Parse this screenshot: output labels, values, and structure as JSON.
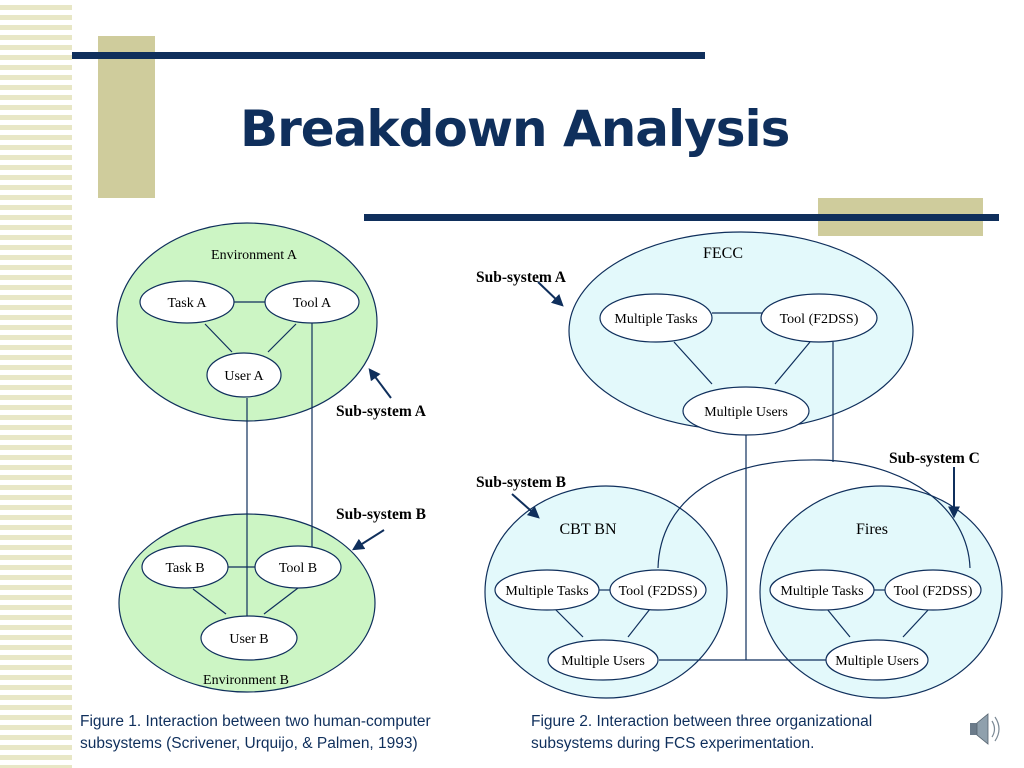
{
  "title": "Breakdown Analysis",
  "colors": {
    "navy": "#0f2f5c",
    "khaki": "#cfcc9c",
    "env_fill": "#ccf5c4",
    "sys_fill": "#e3f9fb"
  },
  "figure1": {
    "environment_a": "Environment A",
    "environment_b": "Environment B",
    "task_a": "Task A",
    "tool_a": "Tool A",
    "user_a": "User  A",
    "task_b": "Task B",
    "tool_b": "Tool B",
    "user_b": "User B",
    "subsystem_a": "Sub-system A",
    "subsystem_b": "Sub-system B",
    "caption_line1": "Figure 1.  Interaction between two human-computer",
    "caption_line2": "subsystems (Scrivener, Urquijo, & Palmen, 1993)"
  },
  "figure2": {
    "fecc": "FECC",
    "fecc_tasks": "Multiple  Tasks",
    "fecc_tool": "Tool (F2DSS)",
    "fecc_users": "Multiple  Users",
    "cbt": "CBT BN",
    "cbt_tasks": "Multiple Tasks",
    "cbt_tool": "Tool (F2DSS)",
    "cbt_users": "Multiple Users",
    "fires": "Fires",
    "fires_tasks": "Multiple Tasks",
    "fires_tool": "Tool (F2DSS)",
    "fires_users": "Multiple Users",
    "subsystem_a": "Sub-system A",
    "subsystem_b": "Sub-system B",
    "subsystem_c": "Sub-system C",
    "caption_line1": "Figure 2.  Interaction between three organizational",
    "caption_line2": "subsystems during FCS experimentation."
  },
  "sound_icon": "speaker-icon"
}
